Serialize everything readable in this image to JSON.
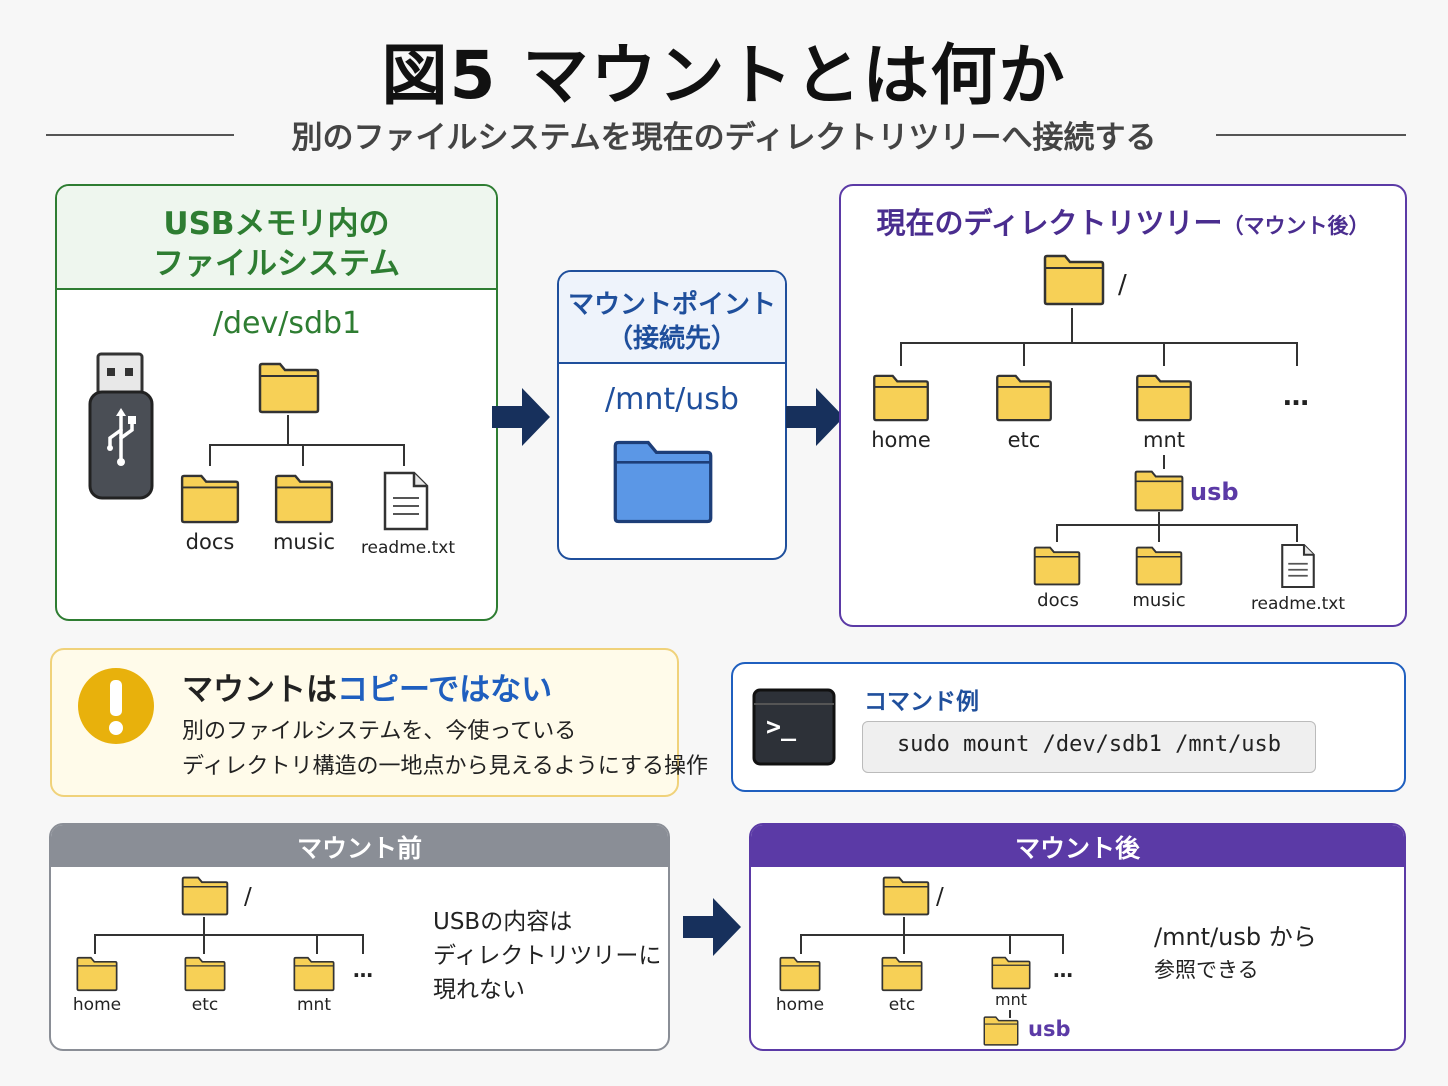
{
  "title": "図5 マウントとは何か",
  "subtitle": "別のファイルシステムを現在のディレクトリツリーへ接続する",
  "usb_panel": {
    "heading_line1": "USBメモリ内の",
    "heading_line2": "ファイルシステム",
    "device": "/dev/sdb1",
    "items": [
      "docs",
      "music",
      "readme.txt"
    ]
  },
  "mount_point_panel": {
    "heading_line1": "マウントポイント",
    "heading_line2": "（接続先）",
    "path": "/mnt/usb"
  },
  "current_tree_panel": {
    "heading": "現在のディレクトリツリー",
    "heading_note": "（マウント後）",
    "root": "/",
    "children": [
      "home",
      "etc",
      "mnt",
      "…"
    ],
    "mount_dir": "usb",
    "usb_children": [
      "docs",
      "music",
      "readme.txt"
    ]
  },
  "note_panel": {
    "heading_black": "マウントは",
    "heading_blue": "コピーではない",
    "line1": "別のファイルシステムを、今使っている",
    "line2": "ディレクトリ構造の一地点から見えるようにする操作"
  },
  "command_panel": {
    "heading": "コマンド例",
    "prompt": ">_",
    "command": "sudo mount /dev/sdb1 /mnt/usb"
  },
  "before_panel": {
    "heading": "マウント前",
    "root": "/",
    "children": [
      "home",
      "etc",
      "mnt",
      "…"
    ],
    "text_line1": "USBの内容は",
    "text_line2": "ディレクトリツリーに",
    "text_line3": "現れない"
  },
  "after_panel": {
    "heading": "マウント後",
    "root": "/",
    "children": [
      "home",
      "etc",
      "mnt",
      "…"
    ],
    "mount_dir": "usb",
    "text_line1": "/mnt/usb から",
    "text_line2": "参照できる"
  },
  "colors": {
    "green": "#2e7d32",
    "blue": "#1f4f9c",
    "purple": "#5b3aa6",
    "folder": "#f7d056",
    "folder_stroke": "#333333",
    "arrow": "#17305c",
    "warning": "#e8b10c",
    "before_header": "#8a8e96"
  }
}
